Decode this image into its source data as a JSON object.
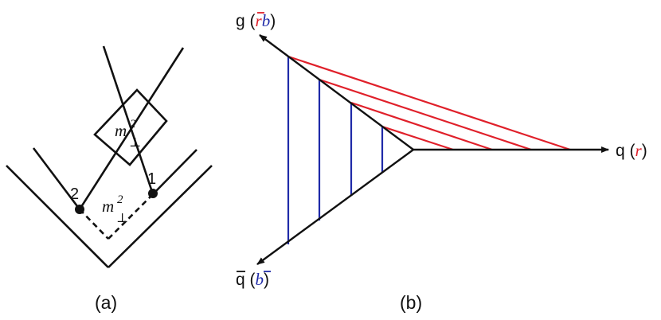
{
  "panel_a": {
    "caption": "(a)",
    "box_label_base": "m",
    "box_label_sup": "2",
    "box_label_sub": "⊥",
    "dashed_label_base": "m",
    "dashed_label_sup": "2",
    "dashed_label_sub": "⊥",
    "point_1_label": "1",
    "point_2_label": "2"
  },
  "panel_b": {
    "caption": "(b)",
    "gluon": {
      "name": "g",
      "open": " (",
      "anti_red": "r",
      "blue": "b",
      "close": ")"
    },
    "quark": {
      "name": "q",
      "open": " (",
      "red": "r",
      "close": ")"
    },
    "antiquark": {
      "name": "q",
      "open": " (",
      "anti_blue": "b",
      "close": ")"
    }
  },
  "colors": {
    "red": "#e0202a",
    "blue": "#1f2aa8",
    "ink": "#111111"
  }
}
